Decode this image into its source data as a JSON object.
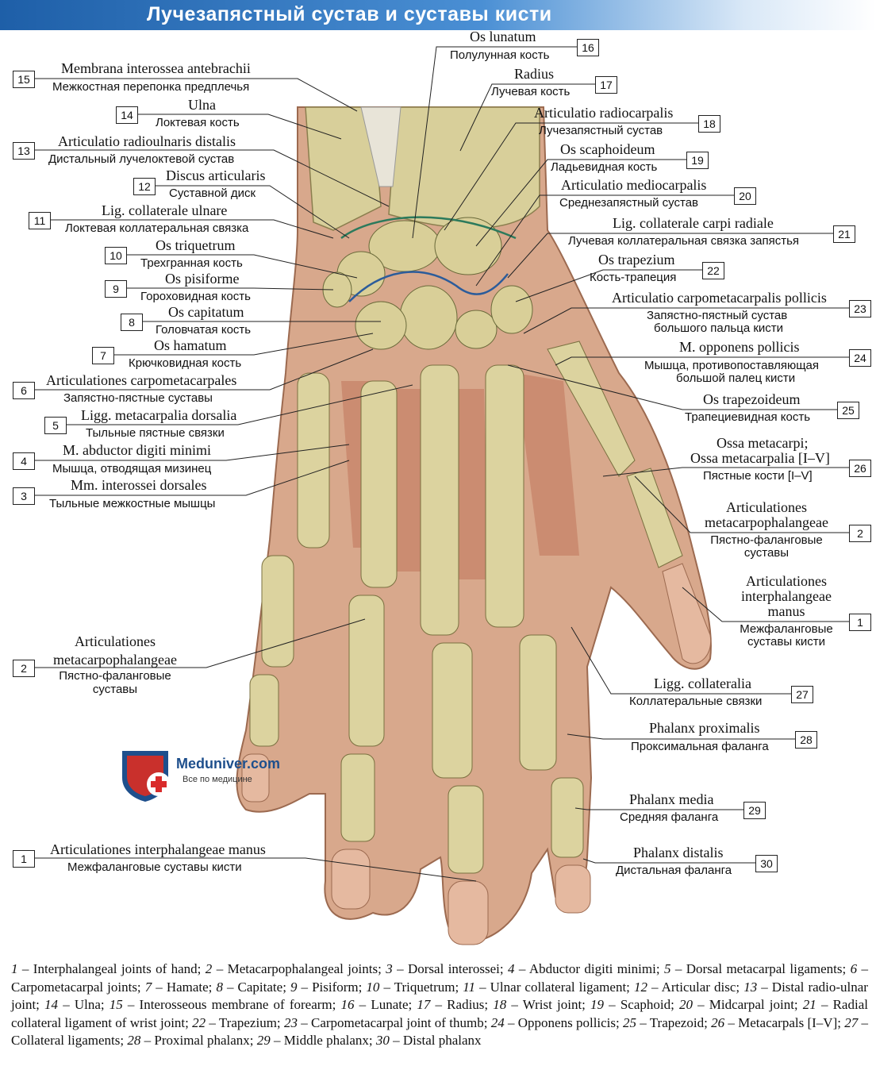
{
  "title": "Лучезапястный сустав и суставы кисти",
  "logo": {
    "name": "Meduniver.com",
    "subtitle": "Все по медицине"
  },
  "labels": {
    "l1a": {
      "num": "1",
      "lat": "Articulationes interphalangeae manus",
      "rus": "Межфаланговые суставы кисти"
    },
    "l1b": {
      "num": "1",
      "lat": "Articulationes interphalangeae manus",
      "rus": "Межфаланговые суставы кисти"
    },
    "l2a": {
      "num": "2",
      "lat": "Articulationes metacarpophalangeae",
      "rus": "Пястно-фаланговые суставы"
    },
    "l2b": {
      "num": "2",
      "lat": "Articulationes metacarpophalangeae",
      "rus": "Пястно-фаланговые суставы"
    },
    "l3": {
      "num": "3",
      "lat": "Mm. interossei dorsales",
      "rus": "Тыльные межкостные мышцы"
    },
    "l4": {
      "num": "4",
      "lat": "M. abductor digiti minimi",
      "rus": "Мышца, отводящая мизинец"
    },
    "l5": {
      "num": "5",
      "lat": "Ligg. metacarpalia dorsalia",
      "rus": "Тыльные пястные связки"
    },
    "l6": {
      "num": "6",
      "lat": "Articulationes carpometacarpales",
      "rus": "Запястно-пястные суставы"
    },
    "l7": {
      "num": "7",
      "lat": "Os hamatum",
      "rus": "Крючковидная кость"
    },
    "l8": {
      "num": "8",
      "lat": "Os capitatum",
      "rus": "Головчатая кость"
    },
    "l9": {
      "num": "9",
      "lat": "Os pisiforme",
      "rus": "Гороховидная кость"
    },
    "l10": {
      "num": "10",
      "lat": "Os triquetrum",
      "rus": "Трехгранная кость"
    },
    "l11": {
      "num": "11",
      "lat": "Lig. collaterale ulnare",
      "rus": "Локтевая коллатеральная связка"
    },
    "l12": {
      "num": "12",
      "lat": "Discus articularis",
      "rus": "Суставной диск"
    },
    "l13": {
      "num": "13",
      "lat": "Articulatio radioulnaris distalis",
      "rus": "Дистальный лучелоктевой сустав"
    },
    "l14": {
      "num": "14",
      "lat": "Ulna",
      "rus": "Локтевая кость"
    },
    "l15": {
      "num": "15",
      "lat": "Membrana interossea antebrachii",
      "rus": "Межкостная перепонка предплечья"
    },
    "l16": {
      "num": "16",
      "lat": "Os lunatum",
      "rus": "Полулунная кость"
    },
    "l17": {
      "num": "17",
      "lat": "Radius",
      "rus": "Лучевая кость"
    },
    "l18": {
      "num": "18",
      "lat": "Articulatio radiocarpalis",
      "rus": "Лучезапястный сустав"
    },
    "l19": {
      "num": "19",
      "lat": "Os scaphoideum",
      "rus": "Ладьевидная кость"
    },
    "l20": {
      "num": "20",
      "lat": "Articulatio mediocarpalis",
      "rus": "Среднезапястный сустав"
    },
    "l21": {
      "num": "21",
      "lat": "Lig. collaterale carpi radiale",
      "rus": "Лучевая коллатеральная связка запястья"
    },
    "l22": {
      "num": "22",
      "lat": "Os trapezium",
      "rus": "Кость-трапеция"
    },
    "l23": {
      "num": "23",
      "lat": "Articulatio carpometacarpalis pollicis",
      "rus1": "Запястно-пястный сустав",
      "rus2": "большого пальца кисти"
    },
    "l24": {
      "num": "24",
      "lat": "M. opponens pollicis",
      "rus1": "Мышца, противопоставляющая",
      "rus2": "большой палец кисти"
    },
    "l25": {
      "num": "25",
      "lat": "Os trapezoideum",
      "rus": "Трапециевидная кость"
    },
    "l26": {
      "num": "26",
      "lat1": "Ossa metacarpi;",
      "lat2": "Ossa metacarpalia [I–V]",
      "rus": "Пястные кости [I–V]"
    },
    "l27": {
      "num": "27",
      "lat": "Ligg. collateralia",
      "rus": "Коллатеральные связки"
    },
    "l28": {
      "num": "28",
      "lat": "Phalanx proximalis",
      "rus": "Проксимальная фаланга"
    },
    "l29": {
      "num": "29",
      "lat": "Phalanx media",
      "rus": "Средняя фаланга"
    },
    "l30": {
      "num": "30",
      "lat": "Phalanx distalis",
      "rus": "Дистальная фаланга"
    }
  },
  "caption": [
    {
      "n": "1",
      "t": " – Interphalangeal joints of hand; "
    },
    {
      "n": "2",
      "t": " – Metacarpophalangeal joints; "
    },
    {
      "n": "3",
      "t": " – Dorsal interossei; "
    },
    {
      "n": "4",
      "t": " – Abductor digiti minimi; "
    },
    {
      "n": "5",
      "t": " – Dorsal metacarpal ligaments; "
    },
    {
      "n": "6",
      "t": " – Carpometacarpal joints; "
    },
    {
      "n": "7",
      "t": " – Hamate; "
    },
    {
      "n": "8",
      "t": " – Capitate; "
    },
    {
      "n": "9",
      "t": " – Pisiform; "
    },
    {
      "n": "10",
      "t": " – Triquetrum; "
    },
    {
      "n": "11",
      "t": " – Ulnar collateral ligament; "
    },
    {
      "n": "12",
      "t": " – Articular disc; "
    },
    {
      "n": "13",
      "t": " – Distal radio-ulnar joint; "
    },
    {
      "n": "14",
      "t": " – Ulna; "
    },
    {
      "n": "15",
      "t": " – Interosseous membrane of forearm; "
    },
    {
      "n": "16",
      "t": " – Lunate; "
    },
    {
      "n": "17",
      "t": " – Radius; "
    },
    {
      "n": "18",
      "t": " – Wrist joint; "
    },
    {
      "n": "19",
      "t": " – Scaphoid; "
    },
    {
      "n": "20",
      "t": " – Midcarpal joint; "
    },
    {
      "n": "21",
      "t": " – Radial collateral ligament of wrist joint; "
    },
    {
      "n": "22",
      "t": " – Trapezium; "
    },
    {
      "n": "23",
      "t": " – Carpometacarpal joint of thumb; "
    },
    {
      "n": "24",
      "t": " – Opponens pollicis; "
    },
    {
      "n": "25",
      "t": " – Trapezoid; "
    },
    {
      "n": "26",
      "t": " – Metacarpals [I–V]; "
    },
    {
      "n": "27",
      "t": " – Collateral ligaments; "
    },
    {
      "n": "28",
      "t": " – Proximal phalanx; "
    },
    {
      "n": "29",
      "t": " – Middle phalanx; "
    },
    {
      "n": "30",
      "t": " – Distal phalanx"
    }
  ]
}
